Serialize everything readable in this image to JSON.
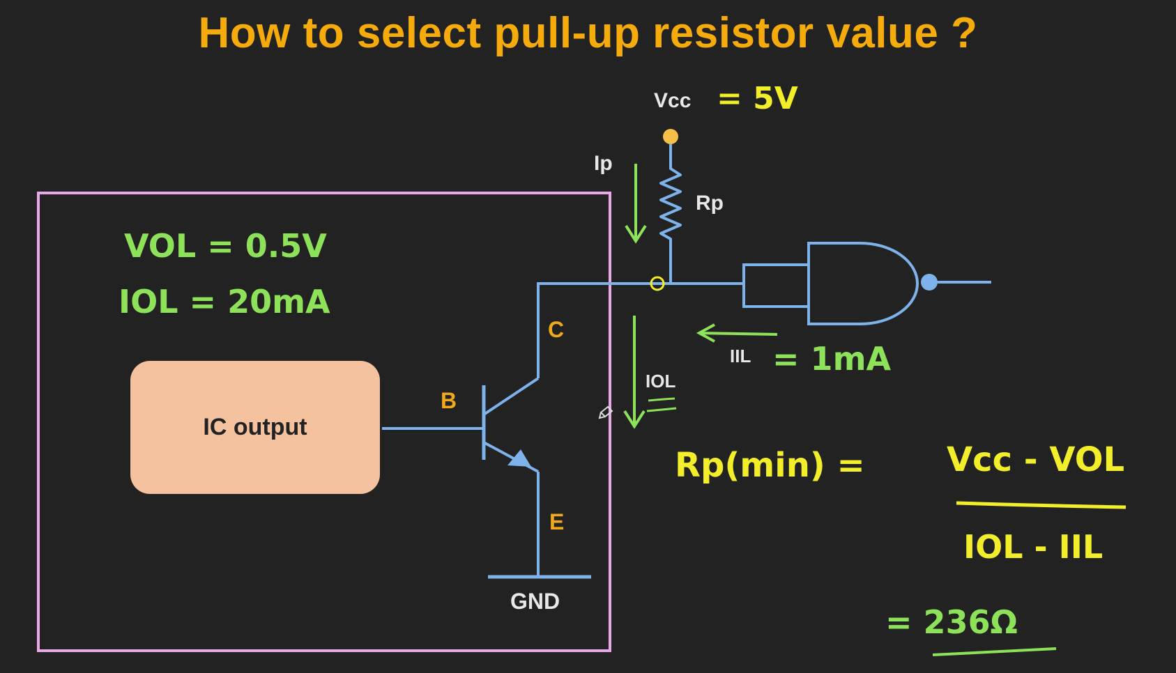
{
  "title": "How to select pull-up resistor value ?",
  "labels": {
    "vcc": "Vcc",
    "vcc_value": "= 5V",
    "ip": "Ip",
    "rp": "Rp",
    "c": "C",
    "b": "B",
    "e": "E",
    "gnd": "GND",
    "iol": "IOL",
    "iil": "IIL",
    "iil_value": "= 1mA",
    "ic_output": "IC output"
  },
  "notes": {
    "vol": "VOL = 0.5V",
    "iol_line": "IOL = 20mA",
    "rp_min": "Rp(min) =",
    "numerator": "Vcc - VOL",
    "denominator": "IOL - IIL",
    "result": "= 236Ω"
  },
  "colors": {
    "title": "#f5ab0b",
    "wire": "#7db3ea",
    "chip_border": "#e9a9e6",
    "ic_fill": "#f5c2a0",
    "label_orange": "#f0a81c",
    "handwriting_green": "#8ee25a",
    "handwriting_yellow": "#f2ee2a",
    "vcc_dot": "#f5c04a"
  }
}
